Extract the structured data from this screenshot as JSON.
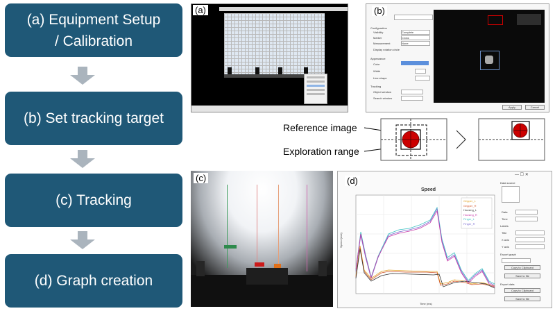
{
  "steps": [
    {
      "line1": "(a) Equipment Setup",
      "line2": "/ Calibration"
    },
    {
      "line1": "(b) Set tracking target",
      "line2": ""
    },
    {
      "line1": "(c) Tracking",
      "line2": ""
    },
    {
      "line1": "(d) Graph creation",
      "line2": ""
    }
  ],
  "panel_labels": {
    "a": "(a)",
    "b": "(b)",
    "c": "(c)",
    "d": "(d)"
  },
  "legend": {
    "reference": "Reference image",
    "exploration": "Exploration range"
  },
  "panel_b": {
    "sections": [
      "Configuration",
      "Appearance",
      "Tracking"
    ],
    "rows": [
      "Visibility",
      "Marker",
      "Measurement",
      "Color",
      "Width",
      "Line shape",
      "Object window",
      "Search window"
    ],
    "values": [
      "Complete",
      "Cross",
      "None"
    ],
    "checkbox": "Display rotation circle",
    "buttons": [
      "Apply",
      "Cancel"
    ]
  },
  "panel_d": {
    "chart_title": "Speed",
    "xlabel": "Time (ms)",
    "ylabel": "Speed (m/s)",
    "legend": [
      "Gripper_L",
      "Gripper_R",
      "Housing_L",
      "Housing_R",
      "Finger_L",
      "Finger_R"
    ],
    "side_labels": [
      "Data source",
      "Data",
      "Time",
      "Labels",
      "Title",
      "X axis",
      "Y axis",
      "Export graph",
      "Export data"
    ],
    "side_buttons": [
      "Copy to Clipboard",
      "Save to file",
      "Copy to Clipboard",
      "Save to file"
    ]
  },
  "colors": {
    "step_bg": "#1f5877",
    "arrow": "#aab4bd",
    "target_red": "#cc0000"
  }
}
